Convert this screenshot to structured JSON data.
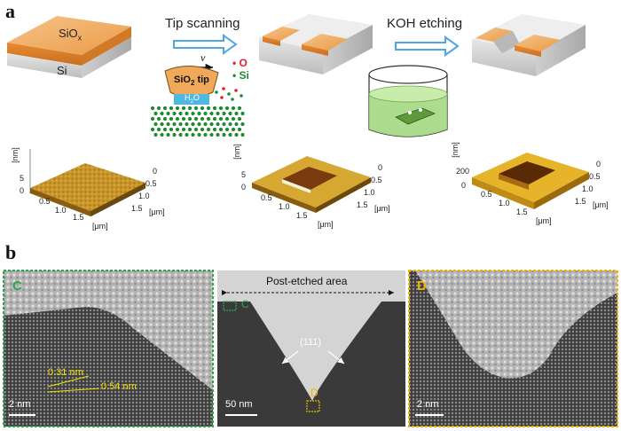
{
  "panel_a": {
    "letter": "a",
    "materials": {
      "sio": "SiO",
      "sio_sub": "x",
      "si": "Si"
    },
    "steps": {
      "tip_scanning": "Tip scanning",
      "koh_etching": "KOH etching"
    },
    "tip_schematic": {
      "velocity": "v",
      "tip_label": "SiO",
      "tip_label_sub": "2",
      "tip_label_tail": " tip",
      "water": "H",
      "water_sub": "2",
      "water_tail": "O",
      "legend_o": "O",
      "legend_si": "Si",
      "o_color": "#d9262c",
      "si_color": "#1f8a32"
    },
    "afm": [
      {
        "zlabel": "[nm]",
        "zticks": [
          "5",
          "0"
        ],
        "xticks": [
          "0.5",
          "1.0",
          "1.5"
        ],
        "yticks": [
          "0",
          "0.5",
          "1.0",
          "1.5"
        ],
        "xunit": "[μm]",
        "yunit": "[μm]"
      },
      {
        "zlabel": "[nm]",
        "zticks": [
          "5",
          "0"
        ],
        "xticks": [
          "0.5",
          "1.0",
          "1.5"
        ],
        "yticks": [
          "0",
          "0.5",
          "1.0",
          "1.5"
        ],
        "xunit": "[μm]",
        "yunit": "[μm]"
      },
      {
        "zlabel": "[nm]",
        "zticks": [
          "200",
          "0"
        ],
        "xticks": [
          "0.5",
          "1.0",
          "1.5"
        ],
        "yticks": [
          "0",
          "0.5",
          "1.0",
          "1.5"
        ],
        "xunit": "[μm]",
        "yunit": "[μm]"
      }
    ]
  },
  "panel_b": {
    "letter": "b",
    "left": {
      "tag": "C",
      "lattice_1": "0.31 nm",
      "lattice_2": "0.54 nm",
      "scale": "2 nm",
      "border_color": "#2aa84a"
    },
    "center": {
      "title": "Post-etched area",
      "plane": "(111)",
      "marker_c": "C",
      "marker_d": "D",
      "scale": "50 nm"
    },
    "right": {
      "tag": "D",
      "scale": "2 nm",
      "border_color": "#f0b400"
    }
  },
  "colors": {
    "orange": "#f0a85a",
    "arrow": "#4fa7e0",
    "label_yellow": "#f2e200",
    "koh_liquid": "#9fd67a"
  }
}
